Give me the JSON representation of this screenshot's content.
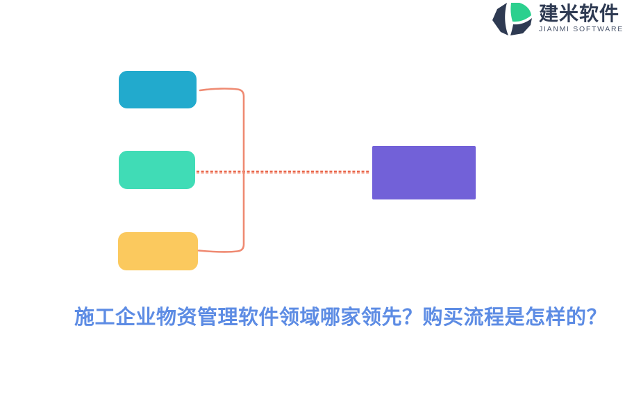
{
  "logo": {
    "name": "建米软件",
    "subtitle": "JIANMI SOFTWARE",
    "icon": "jianmi-hexagon-leaf-logo",
    "colors": {
      "navy": "#2e3a52",
      "green": "#2bd08e",
      "gray": "#49546b"
    }
  },
  "diagram": {
    "nodes": [
      {
        "id": "node-top",
        "shape": "rounded-rect",
        "color": "#22aacd",
        "label": ""
      },
      {
        "id": "node-middle",
        "shape": "rounded-rect",
        "color": "#40dcb6",
        "label": ""
      },
      {
        "id": "node-bottom",
        "shape": "rounded-rect",
        "color": "#fbc95e",
        "label": ""
      },
      {
        "id": "node-result",
        "shape": "rect",
        "color": "#7261d8",
        "label": ""
      }
    ],
    "connectors": [
      {
        "id": "bracket",
        "type": "solid-bracket",
        "from": [
          "node-top",
          "node-bottom"
        ],
        "color": "#ef8a72"
      },
      {
        "id": "dashed-link",
        "type": "dashed-line",
        "from": "node-middle",
        "to": "node-result",
        "color": "#e8664a",
        "color_light": "#f5b2a2"
      }
    ]
  },
  "heading": {
    "text": "施工企业物资管理软件领域哪家领先？购买流程是怎样的？",
    "color": "#5d8ce4"
  }
}
